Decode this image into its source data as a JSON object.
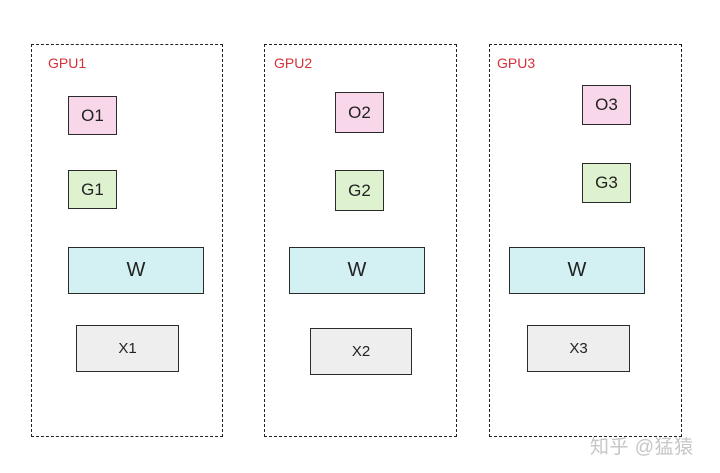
{
  "gpus": [
    {
      "label": "GPU1",
      "o": "O1",
      "g": "G1",
      "w": "W",
      "x": "X1"
    },
    {
      "label": "GPU2",
      "o": "O2",
      "g": "G2",
      "w": "W",
      "x": "X2"
    },
    {
      "label": "GPU3",
      "o": "O3",
      "g": "G3",
      "w": "W",
      "x": "X3"
    }
  ],
  "watermark": "知乎 @猛猿",
  "colors": {
    "label": "#d6303a",
    "o_fill": "#f7d7e9",
    "g_fill": "#dff2cf",
    "w_fill": "#d3f0f3",
    "x_fill": "#eeeeee"
  }
}
